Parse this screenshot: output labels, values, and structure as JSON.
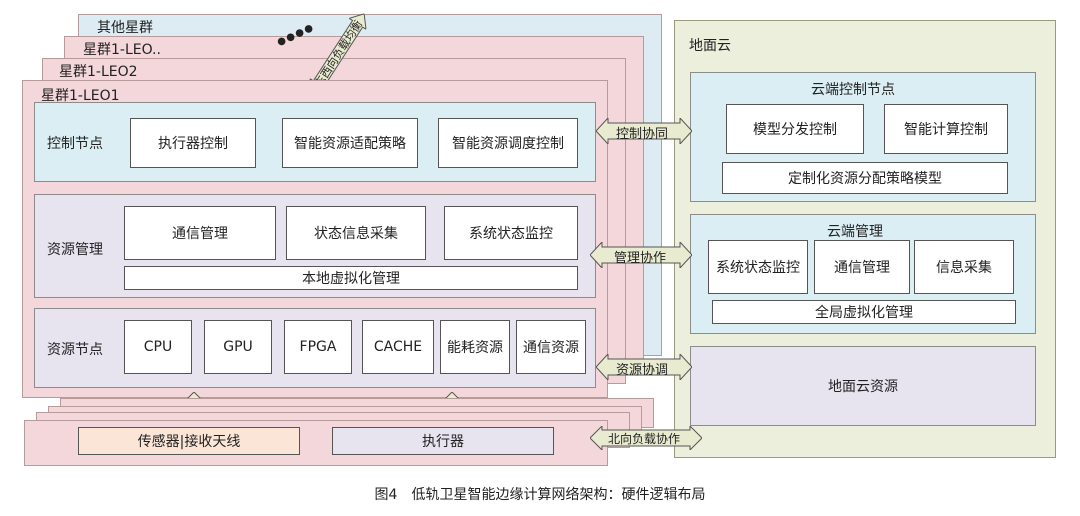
{
  "stack": {
    "layer4_title": "其他星群",
    "layer3_title": "星群1-LEO..",
    "layer2_title": "星群1-LEO2",
    "layer1_title": "星群1-LEO1",
    "ellipsis": "● ● ● ●",
    "east_west_label": "东西向负载均衡"
  },
  "control": {
    "title": "控制节点",
    "items": [
      "执行器控制",
      "智能资源适配策略",
      "智能资源调度控制"
    ]
  },
  "resource_mgmt": {
    "title": "资源管理",
    "items": [
      "通信管理",
      "状态信息采集",
      "系统状态监控"
    ],
    "virtual": "本地虚拟化管理"
  },
  "resource_node": {
    "title": "资源节点",
    "items": [
      "CPU",
      "GPU",
      "FPGA",
      "CACHE",
      "能耗资源",
      "通信资源"
    ]
  },
  "bottom": {
    "sensor": "传感器|接收天线",
    "executor": "执行器"
  },
  "arrows": {
    "control": "控制协同",
    "mgmt": "管理协作",
    "resource": "资源协调",
    "north": "北向负载协作"
  },
  "cloud": {
    "title": "地面云",
    "control_title": "云端控制节点",
    "control_items": [
      "模型分发控制",
      "智能计算控制"
    ],
    "control_policy": "定制化资源分配策略模型",
    "mgmt_title": "云端管理",
    "mgmt_items": [
      "系统状态监控",
      "通信管理",
      "信息采集"
    ],
    "mgmt_virtual": "全局虚拟化管理",
    "resource": "地面云资源"
  },
  "caption": "图4　低轨卫星智能边缘计算网络架构：硬件逻辑布局",
  "colors": {
    "cloud_bg": "#ecefdc",
    "panel_blue": "#dbeef4",
    "panel_lav": "#e7e3ef",
    "arrow": "#e8ebcf"
  }
}
